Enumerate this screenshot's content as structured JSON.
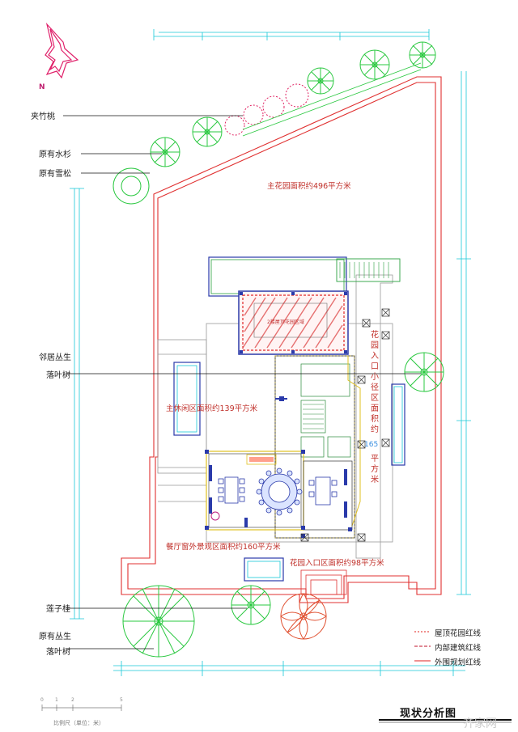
{
  "north_label": "N",
  "labels": {
    "jiazhutao": "夹竹桃",
    "shuishan": "原有水杉",
    "xuesong": "原有雪松",
    "linju_1": "邻居丛生",
    "linju_2": "落叶树",
    "lianzi": "莲子桂",
    "yuanyou_1": "原有丛生",
    "yuanyou_2": "落叶树"
  },
  "areas": {
    "main_garden": "主花园面积约496平方米",
    "main_leisure": "主休闲区面积约139平方米",
    "dining_view": "餐厅窗外景观区面积约160平方米",
    "entrance": "花园入口区面积约98平方米",
    "roof_label": "2楼屋顶花园区域",
    "path_text": "花园入口小径区面积约",
    "path_num": "165",
    "path_unit": "平方米"
  },
  "legend": [
    {
      "label": "屋顶花园红线",
      "color": "#e0201e",
      "style": "dotted"
    },
    {
      "label": "内部建筑红线",
      "color": "#c0102a",
      "style": "dashed"
    },
    {
      "label": "外围规划红线",
      "color": "#e02020",
      "style": "solid"
    }
  ],
  "title": "现状分析图",
  "scale_label": "比例尺（单位：米）",
  "scale_ticks": [
    "0",
    "1",
    "2",
    "5"
  ],
  "watermark": "齐家网"
}
